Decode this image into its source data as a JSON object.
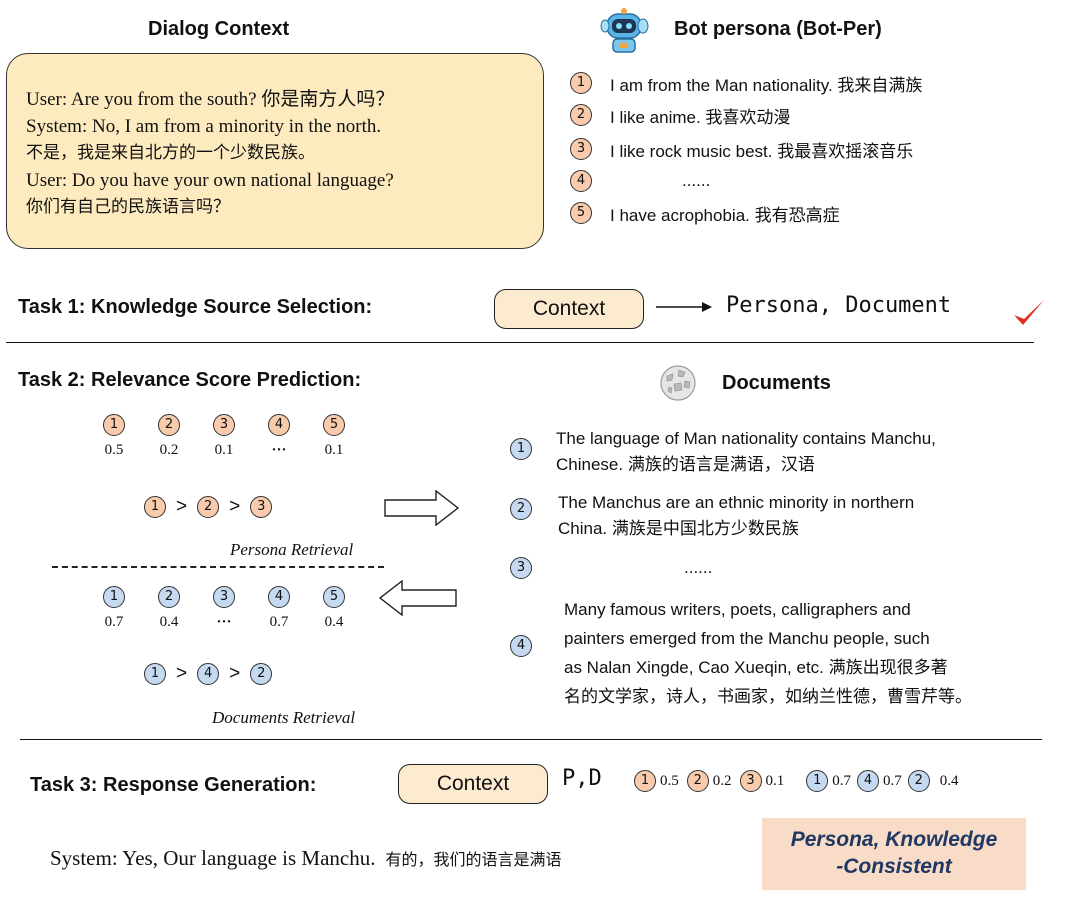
{
  "dialog": {
    "title": "Dialog Context",
    "lines": [
      "User: Are you from the south? 你是南方人吗？",
      "System: No, I am from a minority in the north.",
      "不是，我是来自北方的一个少数民族。",
      "User: Do you have your own national language?",
      "你们有自己的民族语言吗？"
    ]
  },
  "persona": {
    "title": "Bot persona (Bot-Per)",
    "icon": "robot-icon",
    "items": [
      {
        "num": "1",
        "text": "I am from the Man nationality. 我来自满族"
      },
      {
        "num": "2",
        "text": "I like anime. 我喜欢动漫"
      },
      {
        "num": "3",
        "text": "I like rock music best. 我最喜欢摇滚音乐"
      },
      {
        "num": "4",
        "text": "......"
      },
      {
        "num": "5",
        "text": "I have acrophobia. 我有恐高症"
      }
    ]
  },
  "task1": {
    "title": "Task 1: Knowledge Source Selection:",
    "context": "Context",
    "result": "Persona, Document",
    "check_icon": "checkmark-icon",
    "check_color": "#e0301e"
  },
  "task2": {
    "title": "Task 2: Relevance Score Prediction:",
    "persona_nums": [
      "1",
      "2",
      "3",
      "4",
      "5"
    ],
    "persona_scores": [
      "0.5",
      "0.2",
      "0.1",
      "···",
      "0.1"
    ],
    "persona_rank": [
      "1",
      "2",
      "3"
    ],
    "persona_label": "Persona Retrieval",
    "doc_nums": [
      "1",
      "2",
      "3",
      "4",
      "5"
    ],
    "doc_scores": [
      "0.7",
      "0.4",
      "···",
      "0.7",
      "0.4"
    ],
    "doc_rank": [
      "1",
      "4",
      "2"
    ],
    "doc_label": "Documents Retrieval",
    "gt": ">"
  },
  "documents": {
    "title": "Documents",
    "icon": "wikipedia-globe-icon",
    "items": [
      {
        "num": "1",
        "lines": [
          "The language of Man nationality contains Manchu,",
          "Chinese. 满族的语言是满语，汉语"
        ]
      },
      {
        "num": "2",
        "lines": [
          "The Manchus are an ethnic minority in northern",
          "China. 满族是中国北方少数民族"
        ]
      },
      {
        "num": "3",
        "lines": [
          "......"
        ]
      },
      {
        "num": "4",
        "lines": [
          "Many famous writers, poets, calligraphers and",
          "painters emerged from the Manchu people, such",
          "as Nalan Xingde, Cao Xueqin, etc. 满族出现很多著",
          "名的文学家，诗人，书画家，如纳兰性德，曹雪芹等。"
        ]
      }
    ]
  },
  "task3": {
    "title": "Task 3: Response Generation:",
    "context": "Context",
    "pd": "P,D",
    "persona_scores": [
      {
        "num": "1",
        "score": "0.5"
      },
      {
        "num": "2",
        "score": "0.2"
      },
      {
        "num": "3",
        "score": "0.1"
      }
    ],
    "doc_scores": [
      {
        "num": "1",
        "score": "0.7"
      },
      {
        "num": "4",
        "score": "0.7"
      },
      {
        "num": "2",
        "score": "0.4"
      }
    ],
    "response_en": "System: Yes, Our language is Manchu.",
    "response_zh": "有的，我们的语言是满语",
    "badge_line1": "Persona, Knowledge",
    "badge_line2": "-Consistent",
    "badge_color": "#f8dcc8",
    "badge_text_color": "#1f3864"
  }
}
